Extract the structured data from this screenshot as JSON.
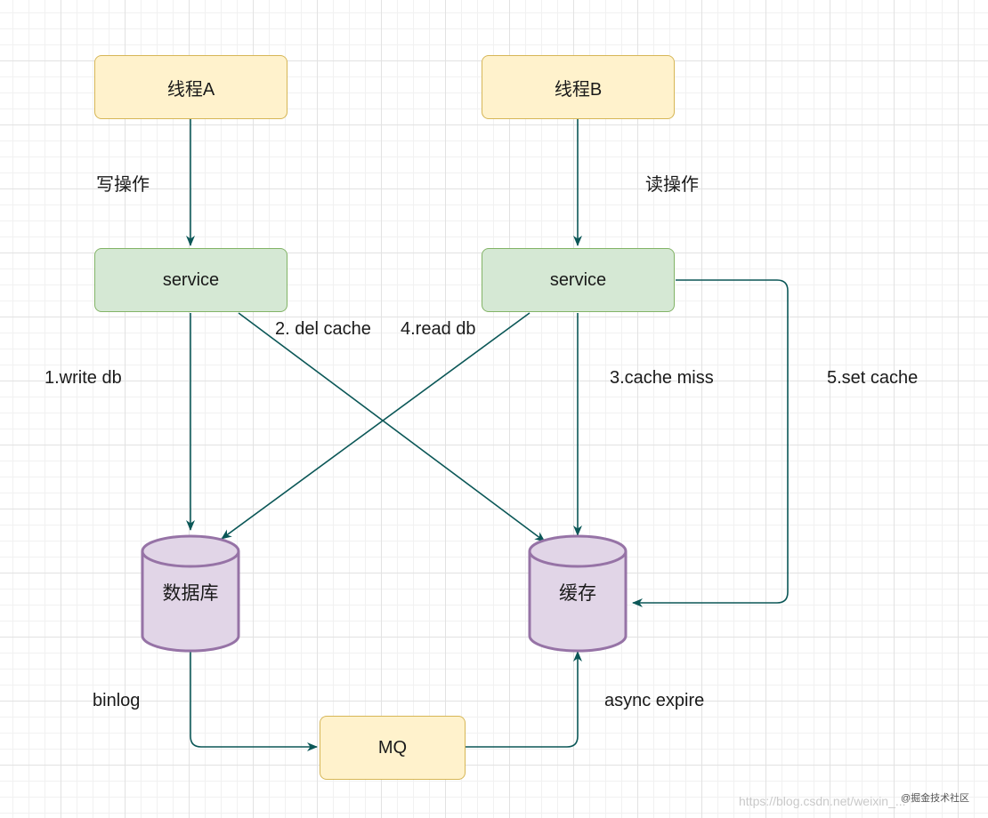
{
  "nodes": {
    "thread_a": "线程A",
    "thread_b": "线程B",
    "service_a": "service",
    "service_b": "service",
    "database": "数据库",
    "cache": "缓存",
    "mq": "MQ"
  },
  "edge_labels": {
    "write_op": "写操作",
    "read_op": "读操作",
    "write_db": "1.write db",
    "del_cache": "2. del cache",
    "cache_miss": "3.cache miss",
    "read_db": "4.read db",
    "set_cache": "5.set cache",
    "binlog": "binlog",
    "async_expire": "async expire"
  },
  "watermark": {
    "url": "https://blog.csdn.net/weixin_...",
    "community": "@掘金技术社区"
  },
  "colors": {
    "yellow_fill": "#fff2cc",
    "yellow_stroke": "#d6b656",
    "green_fill": "#d5e8d4",
    "green_stroke": "#82b366",
    "purple_fill": "#e1d5e7",
    "purple_stroke": "#9673a6",
    "edge": "#0b5757"
  }
}
